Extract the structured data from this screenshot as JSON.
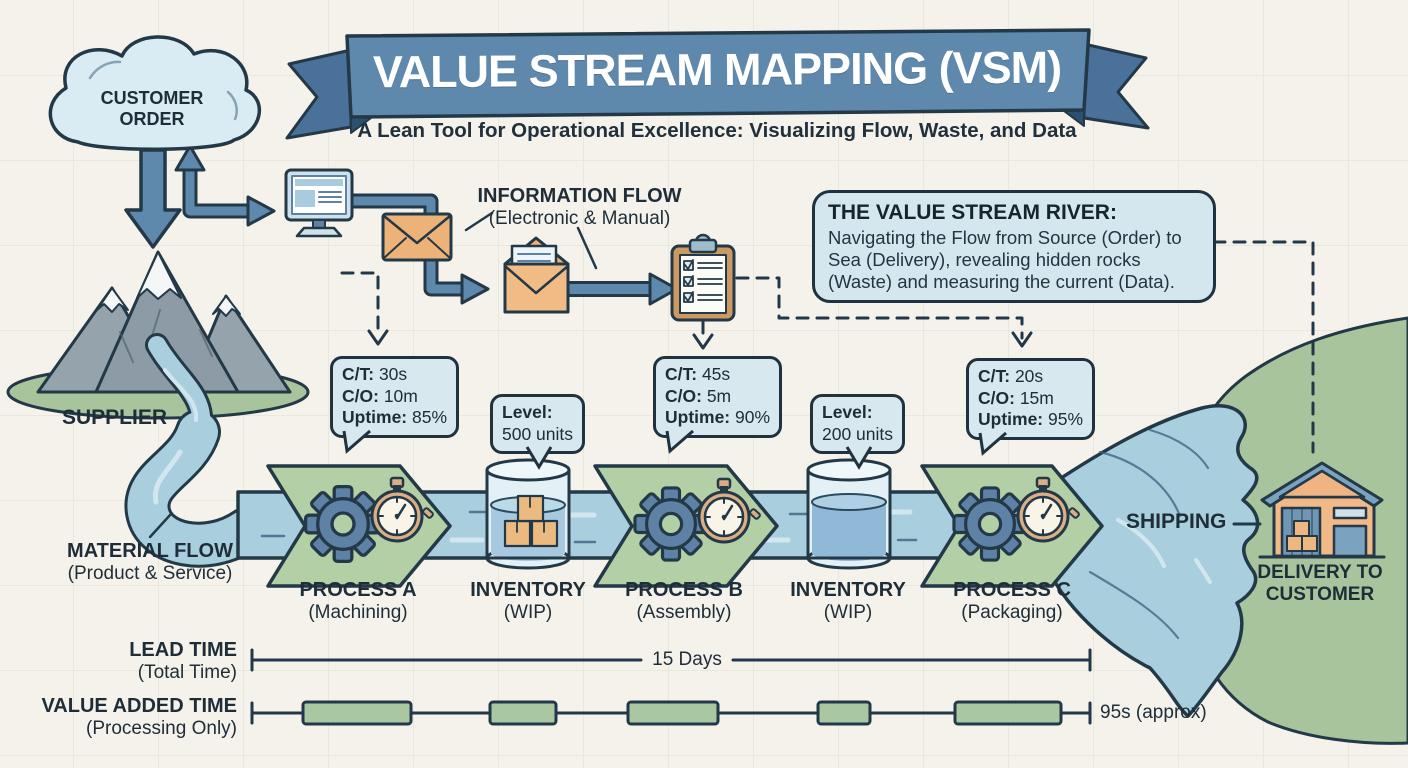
{
  "banner": {
    "title": "VALUE STREAM MAPPING (VSM)",
    "subtitle": "A Lean Tool for Operational Excellence: Visualizing Flow, Waste, and Data"
  },
  "labels": {
    "customer_line1": "CUSTOMER",
    "customer_line2": "ORDER",
    "supplier": "SUPPLIER",
    "material_flow": "MATERIAL FLOW",
    "material_flow_sub": "(Product & Service)",
    "information_flow": "INFORMATION FLOW",
    "information_flow_sub": "(Electronic & Manual)",
    "shipping": "SHIPPING",
    "delivery_line1": "DELIVERY TO",
    "delivery_line2": "CUSTOMER"
  },
  "river_note": {
    "heading": "THE VALUE STREAM RIVER:",
    "body": "Navigating the Flow from Source (Order) to Sea (Delivery), revealing hidden rocks (Waste) and measuring the current (Data)."
  },
  "processes": [
    {
      "name": "PROCESS A",
      "sub": "(Machining)"
    },
    {
      "name": "INVENTORY",
      "sub": "(WIP)"
    },
    {
      "name": "PROCESS B",
      "sub": "(Assembly)"
    },
    {
      "name": "INVENTORY",
      "sub": "(WIP)"
    },
    {
      "name": "PROCESS C",
      "sub": "(Packaging)"
    }
  ],
  "data_boxes": [
    {
      "lines": [
        [
          "C/T:",
          "30s"
        ],
        [
          "C/O:",
          "10m"
        ],
        [
          "Uptime:",
          "85%"
        ]
      ]
    },
    {
      "lines": [
        [
          "Level:",
          ""
        ],
        [
          "",
          "500 units"
        ]
      ]
    },
    {
      "lines": [
        [
          "C/T:",
          "45s"
        ],
        [
          "C/O:",
          "5m"
        ],
        [
          "Uptime:",
          "90%"
        ]
      ]
    },
    {
      "lines": [
        [
          "Level:",
          ""
        ],
        [
          "",
          "200 units"
        ]
      ]
    },
    {
      "lines": [
        [
          "C/T:",
          "20s"
        ],
        [
          "C/O:",
          "15m"
        ],
        [
          "Uptime:",
          "95%"
        ]
      ]
    }
  ],
  "timeline": {
    "lead_label": "LEAD TIME",
    "lead_sub": "(Total Time)",
    "lead_value": "15 Days",
    "va_label": "VALUE ADDED TIME",
    "va_sub": "(Processing Only)",
    "va_value": "95s (approx)"
  },
  "icons": {
    "cloud": "customer-order-cloud",
    "computer": "computer-monitor",
    "envelope": "mail-envelope",
    "open_envelope": "open-mail-envelope",
    "clipboard": "checklist-clipboard",
    "gear": "process-gear",
    "stopwatch": "cycle-time-stopwatch",
    "container": "inventory-container",
    "warehouse": "delivery-warehouse",
    "mountain": "supplier-mountain"
  },
  "colors": {
    "background": "#f4f2ea",
    "outline": "#233947",
    "banner_blue": "#5f88ad",
    "river_blue": "#a9cfdf",
    "process_green": "#b3cfa6",
    "land_green": "#a8c49c",
    "note_blue": "#d4e7ee",
    "orange": "#edb277"
  }
}
